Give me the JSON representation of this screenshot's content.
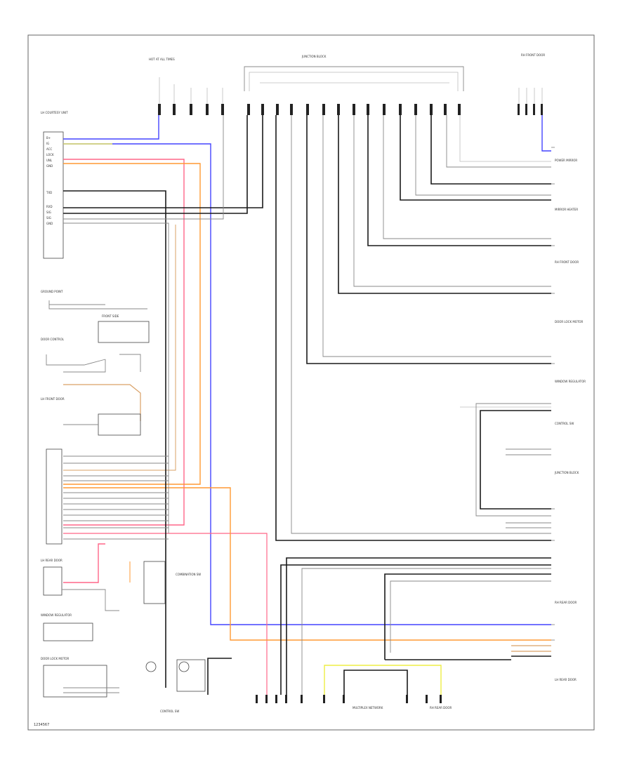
{
  "colors": {
    "blue": "#4444ff",
    "pink": "#ff6688",
    "orange": "#ff9933",
    "yellow": "#eeee44",
    "tan": "#d9a066",
    "black": "#1a1a1a",
    "gray": "#888888"
  },
  "labels": {
    "hot_at_all_times": "HOT AT ALL TIMES",
    "junction_block": "JUNCTION BLOCK",
    "left_module": "LH COURTESY UNIT",
    "ground_pt": "GROUND POINT",
    "front_side": "FRONT SIDE",
    "door_control": "DOOR CONTROL",
    "lh_front_door": "LH FRONT DOOR",
    "rh_front_door": "RH FRONT DOOR",
    "lh_rear_door": "LH REAR DOOR",
    "rh_rear_door": "RH REAR DOOR",
    "power_mirror": "POWER MIRROR",
    "mirror_heater": "MIRROR HEATER",
    "door_lock_motor": "DOOR LOCK MOTOR",
    "combination_switch": "COMBINATION SW",
    "window_regulator": "WINDOW REGULATOR",
    "control_switch": "CONTROL SW",
    "multiplex_network": "MULTIPLEX NETWORK",
    "corner_label": "1234567"
  }
}
